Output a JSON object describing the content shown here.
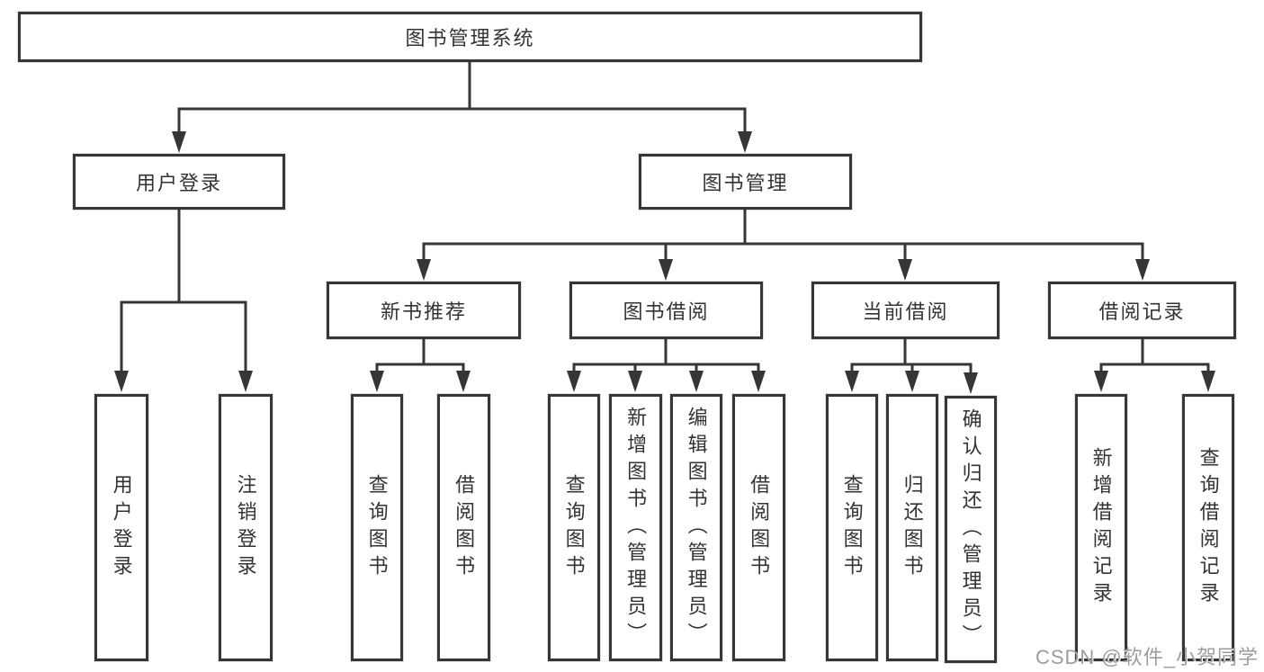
{
  "watermark": "CSDN @软件_小贺同学",
  "colors": {
    "line": "#363636",
    "box_border": "#363636",
    "text": "#333333",
    "background": "#ffffff",
    "watermark": "#9c9c9c"
  },
  "tree": {
    "root": "图书管理系统",
    "level2": [
      {
        "label": "用户登录",
        "children": [
          {
            "label": "用户登录"
          },
          {
            "label": "注销登录"
          }
        ]
      },
      {
        "label": "图书管理",
        "children": [
          {
            "label": "新书推荐",
            "children": [
              {
                "label": "查询图书"
              },
              {
                "label": "借阅图书"
              }
            ]
          },
          {
            "label": "图书借阅",
            "children": [
              {
                "label": "查询图书"
              },
              {
                "label": "新增图书（管理员）"
              },
              {
                "label": "编辑图书（管理员）"
              },
              {
                "label": "借阅图书"
              }
            ]
          },
          {
            "label": "当前借阅",
            "children": [
              {
                "label": "查询图书"
              },
              {
                "label": "归还图书"
              },
              {
                "label": "确认归还（管理员）"
              }
            ]
          },
          {
            "label": "借阅记录",
            "children": [
              {
                "label": "新增借阅记录"
              },
              {
                "label": "查询借阅记录"
              }
            ]
          }
        ]
      }
    ]
  }
}
